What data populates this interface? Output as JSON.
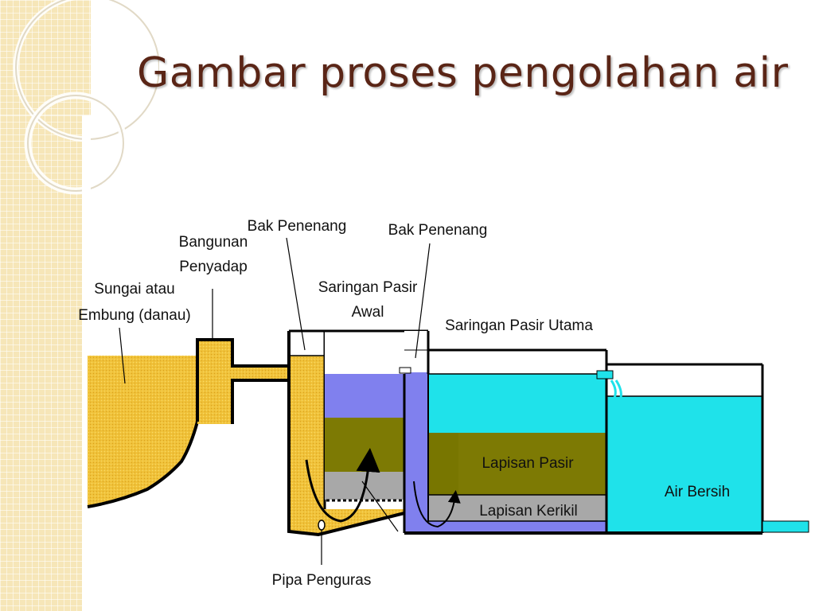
{
  "title": "Gambar proses pengolahan air",
  "labels": {
    "sungai_1": "Sungai atau",
    "sungai_2": "Embung (danau)",
    "bangunan_1": "Bangunan",
    "bangunan_2": "Penyadap",
    "bak_penenang_1": "Bak Penenang",
    "bak_penenang_2": "Bak Penenang",
    "saringan_awal_1": "Saringan Pasir",
    "saringan_awal_2": "Awal",
    "saringan_utama": "Saringan Pasir Utama",
    "lapisan_pasir": "Lapisan Pasir",
    "lapisan_kerikil": "Lapisan Kerikil",
    "air_bersih": "Air Bersih",
    "pipa_penguras": "Pipa Penguras"
  },
  "colors": {
    "raw_water": "#f0c23a",
    "pre_filter_water": "#8080ee",
    "clean_water": "#1fe2ea",
    "sand": "#7d7a04",
    "gravel": "#a8a8a8",
    "title": "#5a2516",
    "strip": "#f6e6b8"
  }
}
